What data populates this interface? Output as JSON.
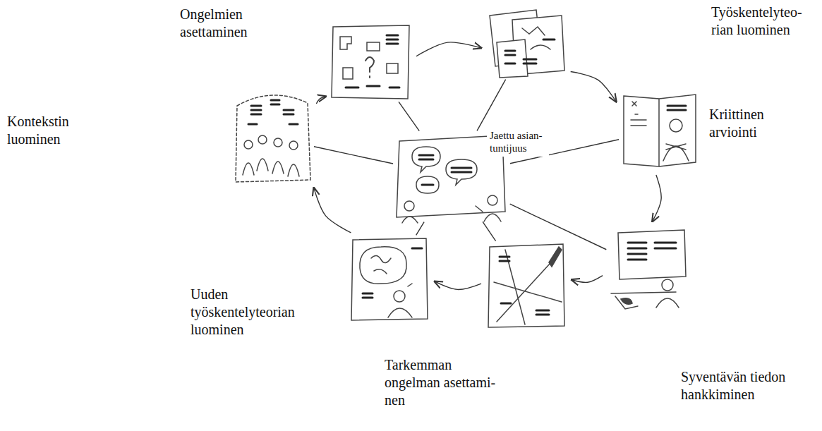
{
  "diagram": {
    "nodes": [
      {
        "text": [
          "Kontekstin luominen"
        ]
      },
      {
        "text": [
          "Ongelmien asettaminen"
        ]
      },
      {
        "text": [
          "Työskentelyteo- rian luominen"
        ]
      },
      {
        "text": [
          "Kriittinen arviointi"
        ]
      },
      {
        "text": [
          "Syventävän tiedon hankkiminen"
        ]
      },
      {
        "text": [
          "Tarkemman ongelman asettami- nen"
        ]
      },
      {
        "text": [
          "Uuden työskentelyteorian luominen"
        ]
      },
      {
        "text": [
          "Jaettu asian- tuntijuus"
        ]
      }
    ],
    "edges": [
      {
        "from": 0,
        "to": 1,
        "arrow": "to"
      },
      {
        "from": 1,
        "to": 2,
        "arrow": "to"
      },
      {
        "from": 2,
        "to": 3,
        "arrow": "to"
      },
      {
        "from": 3,
        "to": 4,
        "arrow": "to"
      },
      {
        "from": 4,
        "to": 5,
        "arrow": "to"
      },
      {
        "from": 5,
        "to": 6,
        "arrow": "to"
      },
      {
        "from": 6,
        "to": 0,
        "arrow": "to"
      },
      {
        "from": 7,
        "to": 0,
        "arrow": "none"
      },
      {
        "from": 7,
        "to": 1,
        "arrow": "none"
      },
      {
        "from": 7,
        "to": 2,
        "arrow": "none"
      },
      {
        "from": 7,
        "to": 3,
        "arrow": "none"
      },
      {
        "from": 7,
        "to": 4,
        "arrow": "none"
      },
      {
        "from": 7,
        "to": 5,
        "arrow": "none"
      },
      {
        "from": 7,
        "to": 6,
        "arrow": "none"
      }
    ]
  }
}
